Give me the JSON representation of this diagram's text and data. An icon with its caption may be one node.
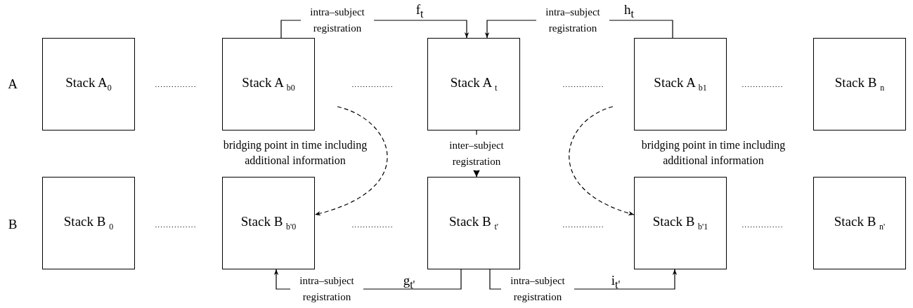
{
  "diagram": {
    "nodes": [
      {
        "text": [
          "Stack A$_{0}$"
        ]
      },
      {
        "text": [
          "Stack A $_{b0}$"
        ]
      },
      {
        "text": [
          "Stack A $_{t}$"
        ]
      },
      {
        "text": [
          "Stack A $_{b1}$"
        ]
      },
      {
        "text": [
          "Stack B $_{n}$"
        ]
      },
      {
        "text": [
          "Stack B $_{0}$"
        ]
      },
      {
        "text": [
          "Stack B $_{b'0}$"
        ]
      },
      {
        "text": [
          "Stack B $_{t'}$"
        ]
      },
      {
        "text": [
          "Stack B $_{b'1}$"
        ]
      },
      {
        "text": [
          "Stack B $_{n'}$"
        ]
      }
    ],
    "edges": [
      {
        "from": 1,
        "to": 2,
        "arrow": "to",
        "label": "intra–subject registration"
      },
      {
        "from": 3,
        "to": 2,
        "arrow": "to",
        "label": "intra–subject registration"
      },
      {
        "from": 2,
        "to": 7,
        "arrow": "to",
        "style": "dashed",
        "label": "inter–subject registration"
      },
      {
        "from": 7,
        "to": 6,
        "arrow": "to",
        "label": "intra–subject registration"
      },
      {
        "from": 7,
        "to": 8,
        "arrow": "to",
        "label": "intra–subject registration"
      },
      {
        "from": null,
        "to": 6,
        "arrow": "to",
        "style": "dashed"
      },
      {
        "from": null,
        "to": 8,
        "arrow": "to",
        "style": "dashed"
      }
    ],
    "labels": [
      "f$_{t}$",
      "h$_{t}$",
      "A",
      "...............",
      "...............",
      "...............",
      "...............",
      "bridging point in time including additional information",
      "bridging point in time including additional information",
      "B",
      "...............",
      "...............",
      "...............",
      "...............",
      "g$_{t'}$",
      "i$_{t'}$"
    ]
  }
}
